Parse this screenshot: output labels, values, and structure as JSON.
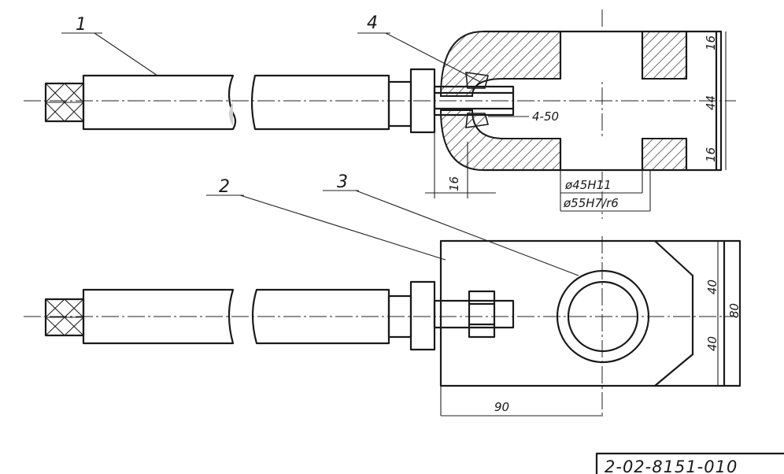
{
  "leaders": [
    {
      "id": "leader-1",
      "text": "1"
    },
    {
      "id": "leader-2",
      "text": "2"
    },
    {
      "id": "leader-3",
      "text": "3"
    },
    {
      "id": "leader-4",
      "text": "4"
    }
  ],
  "dimensions": {
    "top_16_right": "16",
    "height_44": "44",
    "bottom_16_right": "16",
    "weld": "4-50",
    "offset_16": "16",
    "hole_dia": "ø45H11",
    "fit_dia": "ø55H7/r6",
    "half_40_top": "40",
    "half_40_bottom": "40",
    "total_80": "80",
    "length_90": "90"
  },
  "drawing_number": "2-02-8151-010",
  "colors": {
    "ink": "#1a1a1a",
    "paper": "#ffffff"
  }
}
